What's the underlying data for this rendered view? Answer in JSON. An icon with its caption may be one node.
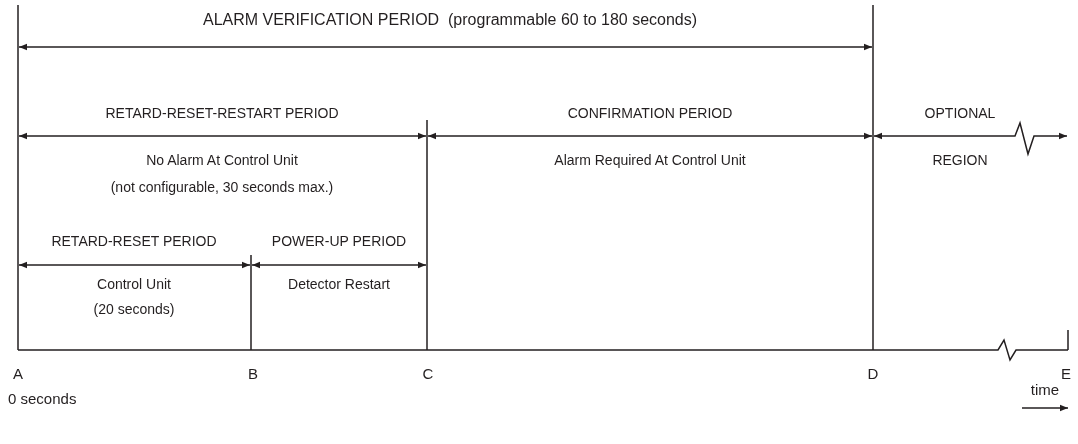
{
  "diagram": {
    "labels": [
      "ALARM VERIFICATION PERIOD  (programmable 60 to 180 seconds)",
      "RETARD-RESET-RESTART PERIOD",
      "CONFIRMATION PERIOD",
      "OPTIONAL",
      "No Alarm At Control Unit",
      "Alarm Required At Control Unit",
      "REGION",
      "(not configurable, 30 seconds max.)",
      "RETARD-RESET PERIOD",
      "POWER-UP PERIOD",
      "Control Unit",
      "Detector Restart",
      "(20 seconds)",
      "A",
      "B",
      "C",
      "D",
      "E",
      "0 seconds",
      "time"
    ]
  }
}
